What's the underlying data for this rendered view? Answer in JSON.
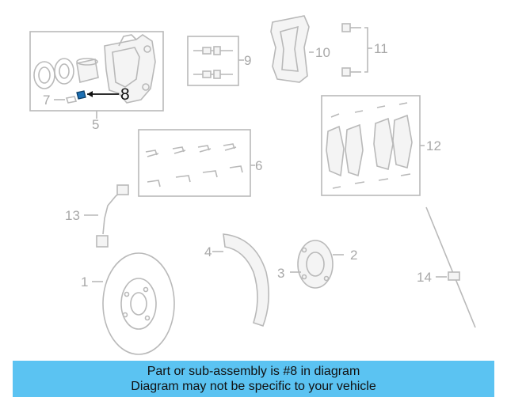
{
  "diagram": {
    "callouts": [
      "1",
      "2",
      "3",
      "4",
      "5",
      "6",
      "7",
      "8",
      "9",
      "10",
      "11",
      "12",
      "13",
      "14"
    ],
    "highlight_callout": "8",
    "highlight_color": "#0a7fd0"
  },
  "banner": {
    "line1": "Part or sub-assembly is #8 in diagram",
    "line2": "Diagram may not be specific to your vehicle",
    "background": "#5bc3f2"
  }
}
